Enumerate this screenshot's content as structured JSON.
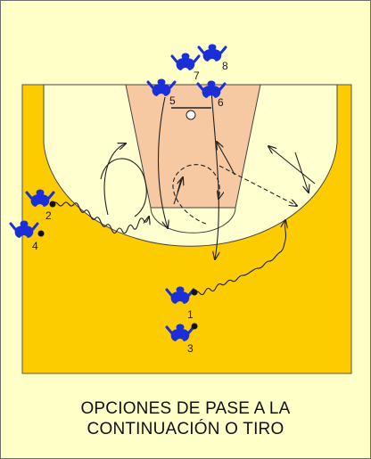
{
  "diagram": {
    "caption": [
      "OPCIONES DE PASE A LA",
      "CONTINUACIÓN O TIRO"
    ],
    "colors": {
      "background": "#ffffc8",
      "court": "#fccc00",
      "inside_arc": "#ffffd0",
      "paint": "#f6c9a2",
      "player": "#1a2fd8",
      "lines": "#222222"
    },
    "players": [
      {
        "number": "1",
        "icon": "player-icon",
        "has_ball": true
      },
      {
        "number": "2",
        "icon": "player-icon",
        "has_ball": true
      },
      {
        "number": "3",
        "icon": "player-icon",
        "has_ball": true
      },
      {
        "number": "4",
        "icon": "player-icon",
        "has_ball": true
      },
      {
        "number": "5",
        "icon": "player-icon",
        "has_ball": false
      },
      {
        "number": "6",
        "icon": "player-icon",
        "has_ball": false
      },
      {
        "number": "7",
        "icon": "player-icon",
        "has_ball": false
      },
      {
        "number": "8",
        "icon": "player-icon",
        "has_ball": false
      }
    ]
  }
}
